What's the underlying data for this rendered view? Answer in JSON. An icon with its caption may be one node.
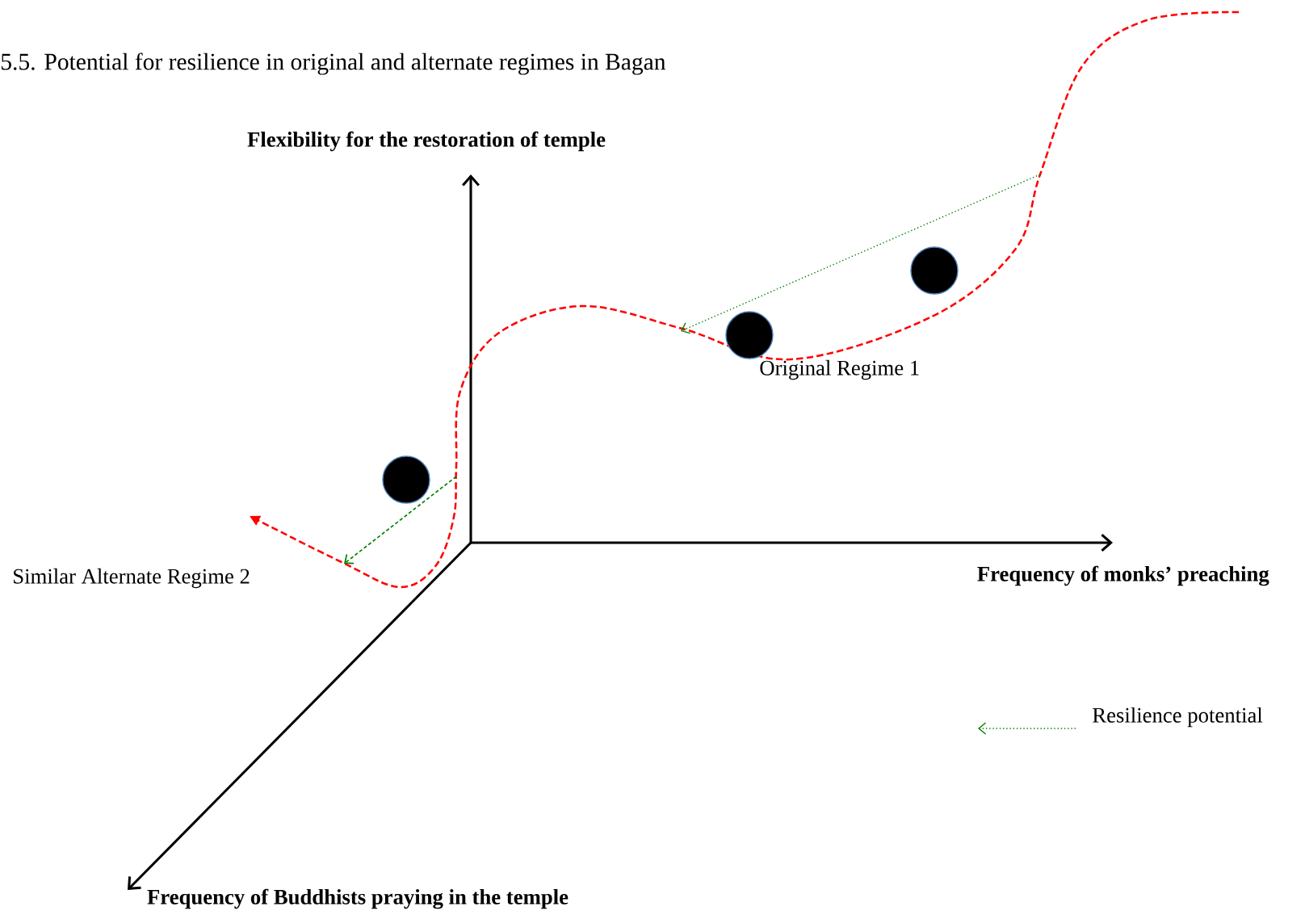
{
  "diagram": {
    "title": "5.5. Potential for resilience in original and alternate regimes in Bagan",
    "nodes": [
      {
        "text": [],
        "shape": "circle"
      },
      {
        "text": [],
        "shape": "circle"
      },
      {
        "text": [],
        "shape": "circle"
      }
    ],
    "labels": [
      "Flexibility for the restoration of temple",
      "Original Regime 1",
      "Similar Alternate Regime 2",
      "Frequency of monks’ preaching",
      "Frequency of Buddhists praying in the temple"
    ],
    "legend": [
      {
        "text": "Resilience potential"
      }
    ]
  }
}
